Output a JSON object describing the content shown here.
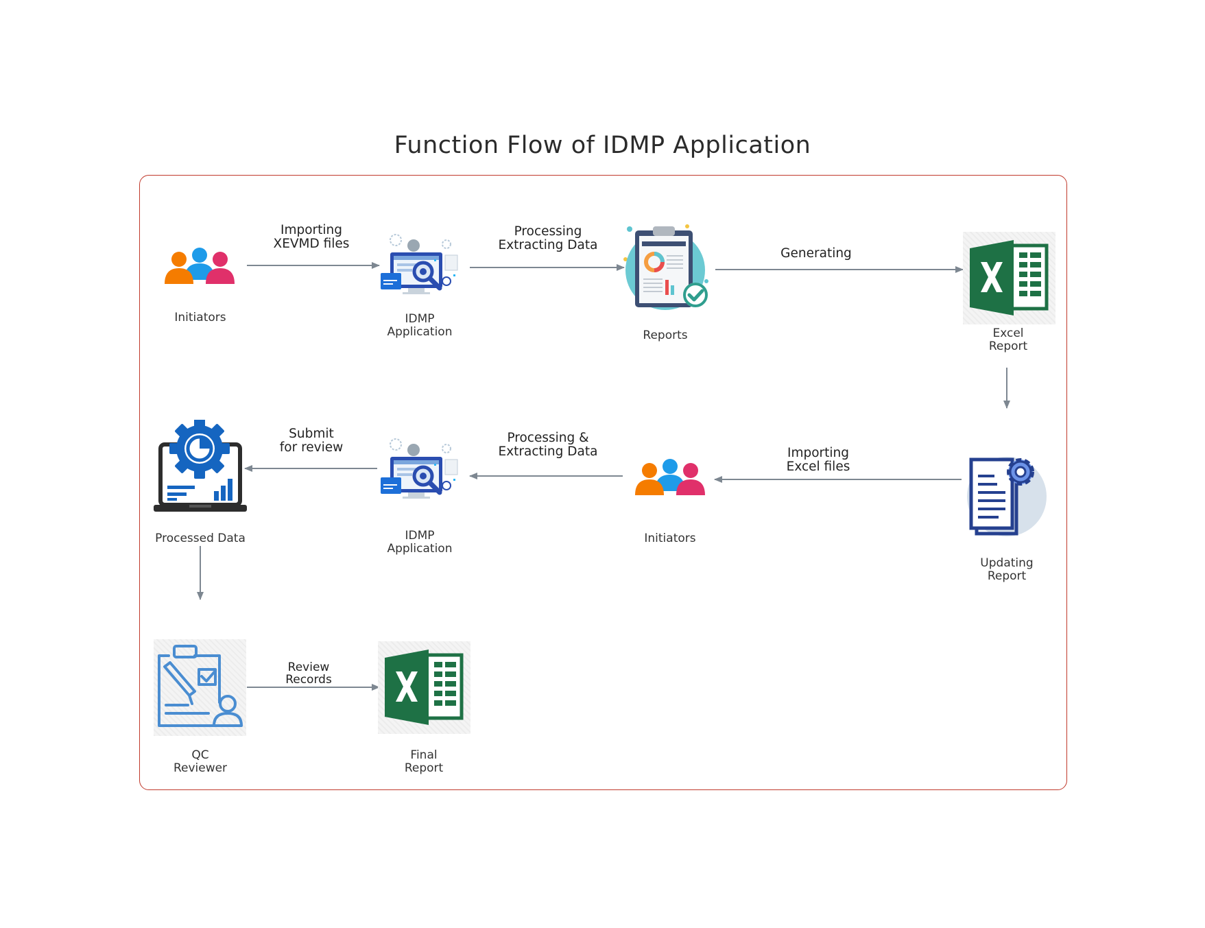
{
  "diagram": {
    "title": "Function Flow of IDMP Application",
    "nodes": {
      "initiators_1": "Initiators",
      "idmp_app_1": [
        "IDMP",
        "Application"
      ],
      "reports": "Reports",
      "excel_report": [
        "Excel",
        "Report"
      ],
      "updating_report": [
        "Updating",
        "Report"
      ],
      "initiators_2": "Initiators",
      "idmp_app_2": [
        "IDMP",
        "Application"
      ],
      "processed_data": "Processed Data",
      "qc_reviewer": [
        "QC",
        "Reviewer"
      ],
      "final_report": [
        "Final",
        "Report"
      ]
    },
    "edges": {
      "import_xevmd": [
        "Importing",
        "XEVMD files"
      ],
      "processing_1": [
        "Processing",
        "Extracting Data"
      ],
      "generating": "Generating",
      "import_excel": [
        "Importing",
        "Excel files"
      ],
      "processing_2": [
        "Processing &",
        "Extracting Data"
      ],
      "submit_review": [
        "Submit",
        "for review"
      ],
      "review_records": [
        "Review",
        "Records"
      ]
    },
    "colors": {
      "frame_border": "#c0392b",
      "arrow": "#7d8791",
      "excel_green": "#1e7145",
      "person_orange": "#f57c00",
      "person_blue": "#1e9be9",
      "person_pink": "#e0306a"
    },
    "icons": {
      "initiators": "people-group-icon",
      "idmp_app": "application-search-icon",
      "reports": "clipboard-report-icon",
      "excel": "excel-icon",
      "updating": "document-gear-icon",
      "processed": "laptop-gear-chart-icon",
      "qc": "clipboard-reviewer-icon"
    }
  }
}
